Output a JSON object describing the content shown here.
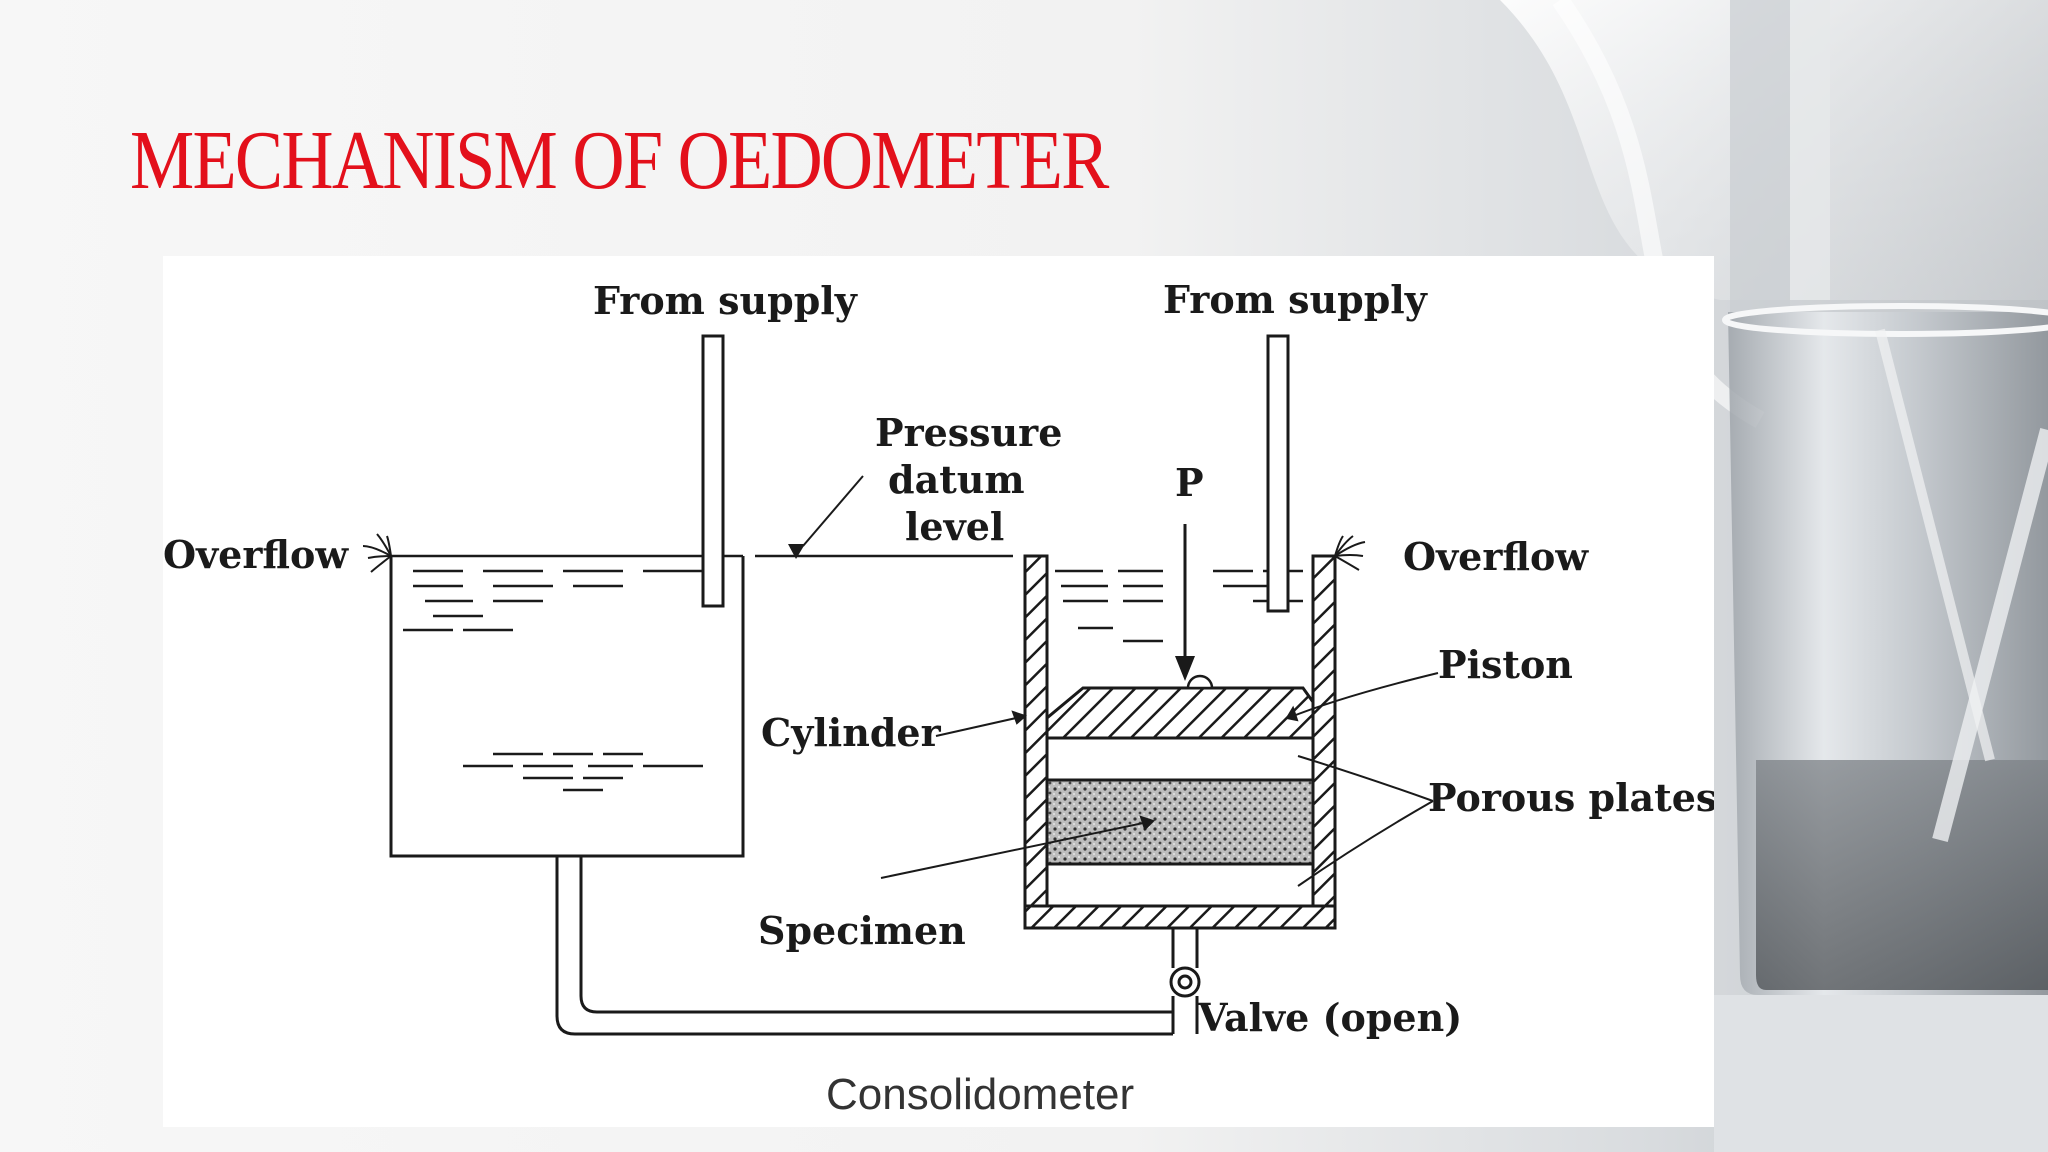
{
  "slide": {
    "title": "MECHANISM OF OEDOMETER"
  },
  "diagram": {
    "labels": {
      "from_supply_left": "From supply",
      "from_supply_right": "From supply",
      "pressure_line1": "Pressure",
      "pressure_line2": "datum",
      "pressure_line3": "level",
      "overflow_left": "Overflow",
      "overflow_right": "Overflow",
      "p": "P",
      "piston": "Piston",
      "cylinder": "Cylinder",
      "porous_plates": "Porous plates",
      "specimen": "Specimen",
      "valve": "Valve (open)"
    },
    "caption": "Consolidometer"
  },
  "colors": {
    "title": "#e3101b",
    "background": "#f4f4f4",
    "panel": "#ffffff",
    "ink": "#1a1a1a"
  },
  "background_image": "laboratory glass beaker with stirring rod"
}
